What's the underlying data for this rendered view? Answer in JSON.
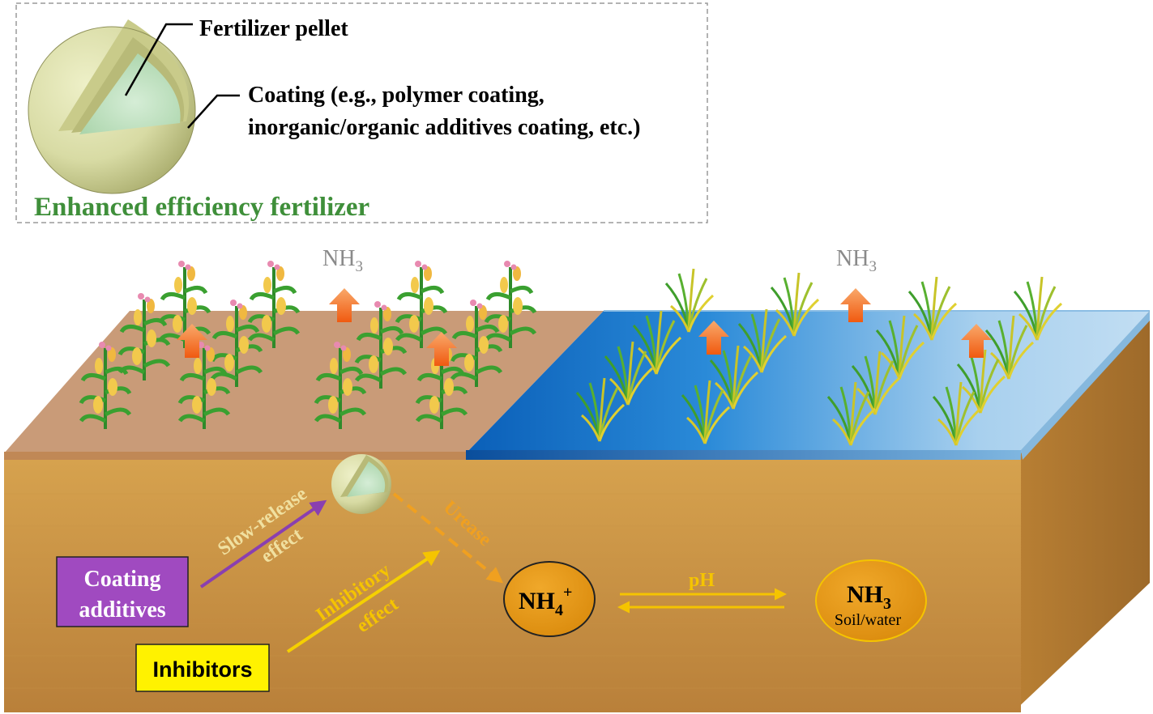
{
  "legend_box": {
    "pellet_label": "Fertilizer pellet",
    "coating_line1": "Coating (e.g., polymer coating,",
    "coating_line2": "inorganic/organic additives coating, etc.)",
    "title": "Enhanced efficiency fertilizer"
  },
  "field": {
    "nh3_left": "NH",
    "nh3_left_sub": "3",
    "nh3_right": "NH",
    "nh3_right_sub": "3"
  },
  "soil": {
    "coating_additives_line1": "Coating",
    "coating_additives_line2": "additives",
    "inhibitors": "Inhibitors",
    "slow_release_line1": "Slow-release",
    "slow_release_line2": "effect",
    "inhibitory_line1": "Inhibitory",
    "inhibitory_line2": "effect",
    "urease": "Urease",
    "ph": "pH",
    "nh4": "NH",
    "nh4_sub": "4",
    "nh4_sup": "+",
    "nh3": "NH",
    "nh3_sub": "3",
    "soil_water": "Soil/water"
  },
  "colors": {
    "title_green": "#3f8f3a",
    "coating_box": "#a04ac0",
    "inhibitor_box": "#fff200",
    "arrow_yellow": "#f5c400",
    "arrow_purple": "#8a3fb0",
    "label_orange": "#f0a020",
    "nh_circle": "#e0940f",
    "emission_arrow": "#f06a1e"
  }
}
